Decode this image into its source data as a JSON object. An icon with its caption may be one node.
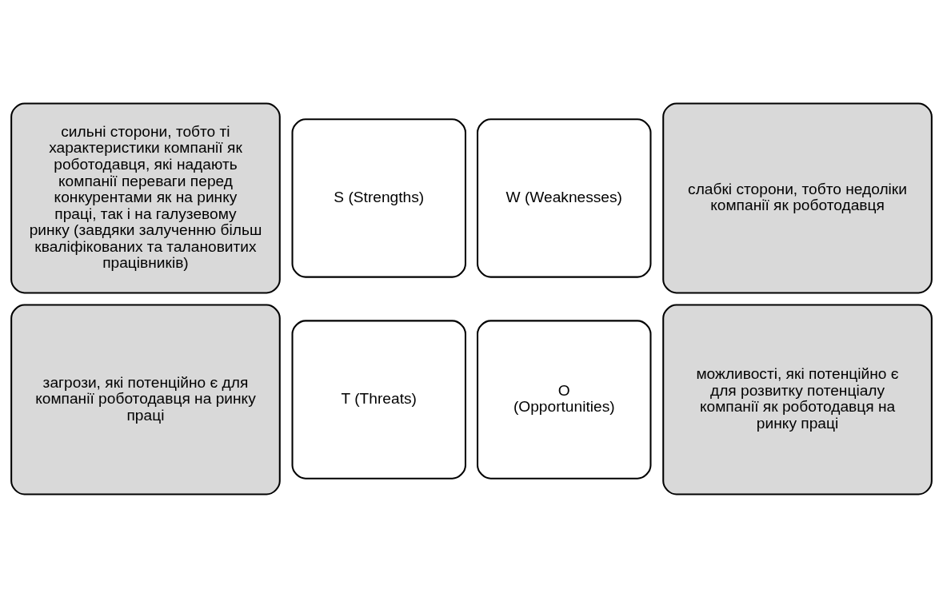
{
  "diagram": {
    "nodes": [
      {
        "text": [
          "сильні сторони, тобто ті характеристики компанії як роботодавця, які надають компанії переваги перед конкурентами як на ринку праці, так і на галузевому ринку (завдяки залученню більш кваліфікованих та талановитих працівників)"
        ]
      },
      {
        "text": [
          "слабкі сторони, тобто недоліки компанії як роботодавця"
        ]
      },
      {
        "text": [
          "S (Strengths)"
        ]
      },
      {
        "text": [
          "W (Weaknesses)"
        ]
      },
      {
        "text": [
          "T (Threats)"
        ]
      },
      {
        "text": [
          "O (Opportunities)"
        ]
      },
      {
        "text": [
          "загрози, які потенційно є для компанії роботодавця на ринку праці"
        ]
      },
      {
        "text": [
          "можливості, які потенційно є для розвитку потенціалу компанії як роботодавця на ринку праці"
        ]
      }
    ]
  }
}
